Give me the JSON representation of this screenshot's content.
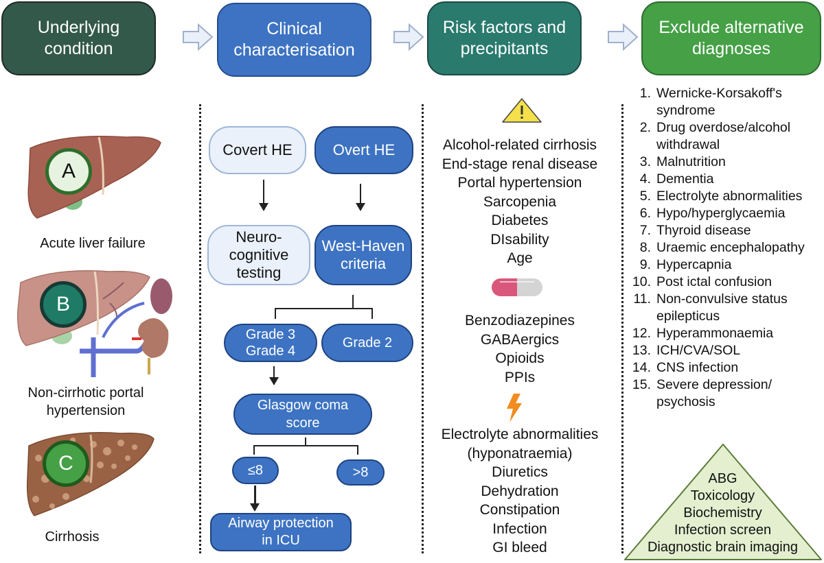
{
  "header": {
    "steps": [
      {
        "label": "Underlying\ncondition",
        "color": "#33594a"
      },
      {
        "label": "Clinical\ncharacterisation",
        "color": "#3d73c2"
      },
      {
        "label": "Risk factors and\nprecipitants",
        "color": "#2a7a6e"
      },
      {
        "label": "Exclude alternative\ndiagnoses",
        "color": "#45a046"
      }
    ]
  },
  "conditions": [
    {
      "badge": "A",
      "label": "Acute liver failure"
    },
    {
      "badge": "B",
      "label": "Non-cirrhotic portal\nhypertension"
    },
    {
      "badge": "C",
      "label": "Cirrhosis"
    }
  ],
  "clinical": {
    "covert": "Covert HE",
    "overt": "Overt HE",
    "neuro": "Neuro-\ncognitive\ntesting",
    "west_haven": "West-Haven\ncriteria",
    "grade34": "Grade 3\nGrade 4",
    "grade2": "Grade 2",
    "gcs": "Glasgow coma\nscore",
    "le8": "≤8",
    "gt8": ">8",
    "airway": "Airway protection\nin ICU"
  },
  "risk": {
    "warning_icon": "warning-triangle-icon",
    "risk_factors": [
      "Alcohol-related cirrhosis",
      "End-stage renal disease",
      "Portal hypertension",
      "Sarcopenia",
      "Diabetes",
      "DIsability",
      "Age"
    ],
    "drug_icon": "pill-capsule-icon",
    "drugs": [
      "Benzodiazepines",
      "GABAergics",
      "Opioids",
      "PPIs"
    ],
    "precipitant_icon": "lightning-bolt-icon",
    "precipitants": [
      "Electrolyte abnormalities",
      "(hyponatraemia)",
      "Diuretics",
      "Dehydration",
      "Constipation",
      "Infection",
      "GI bleed"
    ]
  },
  "exclude": {
    "items": [
      {
        "num": "1.",
        "text": "Wernicke-Korsakoff's syndrome"
      },
      {
        "num": "2.",
        "text": "Drug overdose/alcohol withdrawal"
      },
      {
        "num": "3.",
        "text": "Malnutrition"
      },
      {
        "num": "4.",
        "text": "Dementia"
      },
      {
        "num": "5.",
        "text": "Electrolyte abnormalities"
      },
      {
        "num": "6.",
        "text": "Hypo/hyperglycaemia"
      },
      {
        "num": "7.",
        "text": "Thyroid disease"
      },
      {
        "num": "8.",
        "text": "Uraemic encephalopathy"
      },
      {
        "num": "9.",
        "text": "Hypercapnia"
      },
      {
        "num": "10.",
        "text": "Post ictal confusion"
      },
      {
        "num": "11.",
        "text": "Non-convulsive status epilepticus"
      },
      {
        "num": "12.",
        "text": "Hyperammonaemia"
      },
      {
        "num": "13.",
        "text": "ICH/CVA/SOL"
      },
      {
        "num": "14.",
        "text": "CNS infection"
      },
      {
        "num": "15.",
        "text": "Severe depression/ psychosis"
      }
    ],
    "investigations": [
      "ABG",
      "Toxicology",
      "Biochemistry",
      "Infection screen",
      "Diagnostic brain imaging"
    ]
  }
}
